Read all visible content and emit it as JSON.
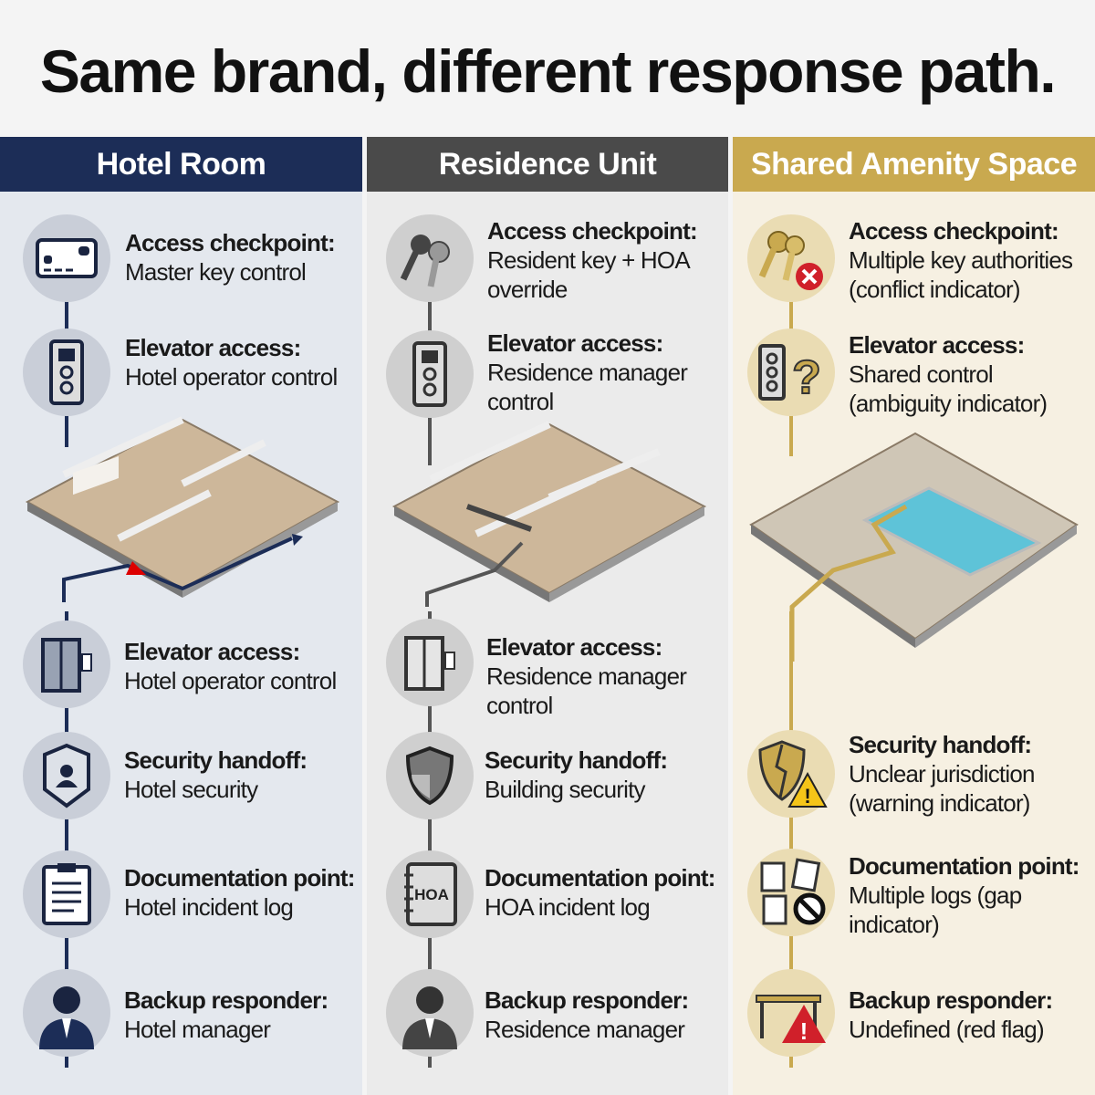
{
  "title": "Same brand, different response path.",
  "columns": [
    {
      "header": "Hotel Room",
      "color": "#1c2d57",
      "items": [
        {
          "label": "Access checkpoint:",
          "value": "Master key control",
          "icon": "key-card-icon"
        },
        {
          "label": "Elevator access:",
          "value": "Hotel operator control",
          "icon": "elevator-panel-icon"
        },
        {
          "label": "Elevator access:",
          "value": "Hotel operator control",
          "icon": "elevator-icon"
        },
        {
          "label": "Security handoff:",
          "value": "Hotel security",
          "icon": "security-badge-icon"
        },
        {
          "label": "Documentation point:",
          "value": "Hotel incident log",
          "icon": "clipboard-icon"
        },
        {
          "label": "Backup responder:",
          "value": "Hotel manager",
          "icon": "manager-icon"
        }
      ]
    },
    {
      "header": "Residence Unit",
      "color": "#4a4a4a",
      "items": [
        {
          "label": "Access checkpoint:",
          "value": "Resident key + HOA override",
          "icon": "keys-icon"
        },
        {
          "label": "Elevator access:",
          "value": "Residence manager control",
          "icon": "elevator-panel-icon"
        },
        {
          "label": "Elevator access:",
          "value": "Residence manager control",
          "icon": "elevator-icon"
        },
        {
          "label": "Security handoff:",
          "value": "Building security",
          "icon": "shield-icon"
        },
        {
          "label": "Documentation point:",
          "value": "HOA incident log",
          "icon": "notebook-icon",
          "icon_text": "HOA"
        },
        {
          "label": "Backup responder:",
          "value": "Residence manager",
          "icon": "manager-icon"
        }
      ]
    },
    {
      "header": "Shared Amenity Space",
      "color": "#c9a94f",
      "items": [
        {
          "label": "Access checkpoint:",
          "value": "Multiple key authorities (conflict indicator)",
          "icon": "keys-conflict-icon"
        },
        {
          "label": "Elevator access:",
          "value": "Shared control (ambiguity indicator)",
          "icon": "elevator-question-icon"
        },
        {
          "label": "Security handoff:",
          "value": "Unclear jurisdiction (warning indicator)",
          "icon": "broken-shield-warning-icon"
        },
        {
          "label": "Documentation point:",
          "value": "Multiple logs (gap indicator)",
          "icon": "logs-gap-icon"
        },
        {
          "label": "Backup responder:",
          "value": "Undefined (red flag)",
          "icon": "empty-desk-warning-icon"
        }
      ]
    }
  ]
}
